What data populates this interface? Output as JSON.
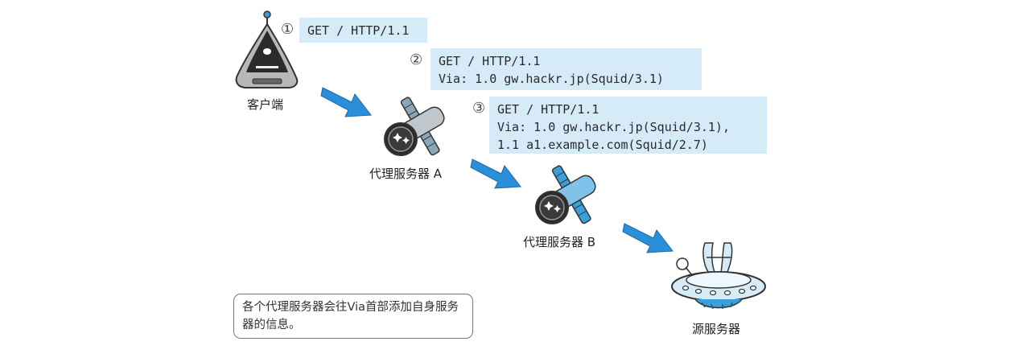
{
  "steps": [
    {
      "marker": "①",
      "lines": [
        "GET / HTTP/1.1"
      ]
    },
    {
      "marker": "②",
      "lines": [
        "GET / HTTP/1.1",
        "Via: 1.0 gw.hackr.jp(Squid/3.1)"
      ]
    },
    {
      "marker": "③",
      "lines": [
        "GET / HTTP/1.1",
        "Via: 1.0 gw.hackr.jp(Squid/3.1),",
        "1.1 a1.example.com(Squid/2.7)"
      ]
    }
  ],
  "nodes": {
    "client": "客户端",
    "proxy_a": "代理服务器 A",
    "proxy_b": "代理服务器 B",
    "origin": "源服务器"
  },
  "note": "各个代理服务器会往Via首部添加自身服务器的信息。",
  "colors": {
    "request_box": "#d5ecf8",
    "arrow": "#2a8fd9"
  },
  "icons": [
    "client-robot-icon",
    "proxy-satellite-icon",
    "origin-server-ufo-icon",
    "flow-arrow-icon"
  ]
}
